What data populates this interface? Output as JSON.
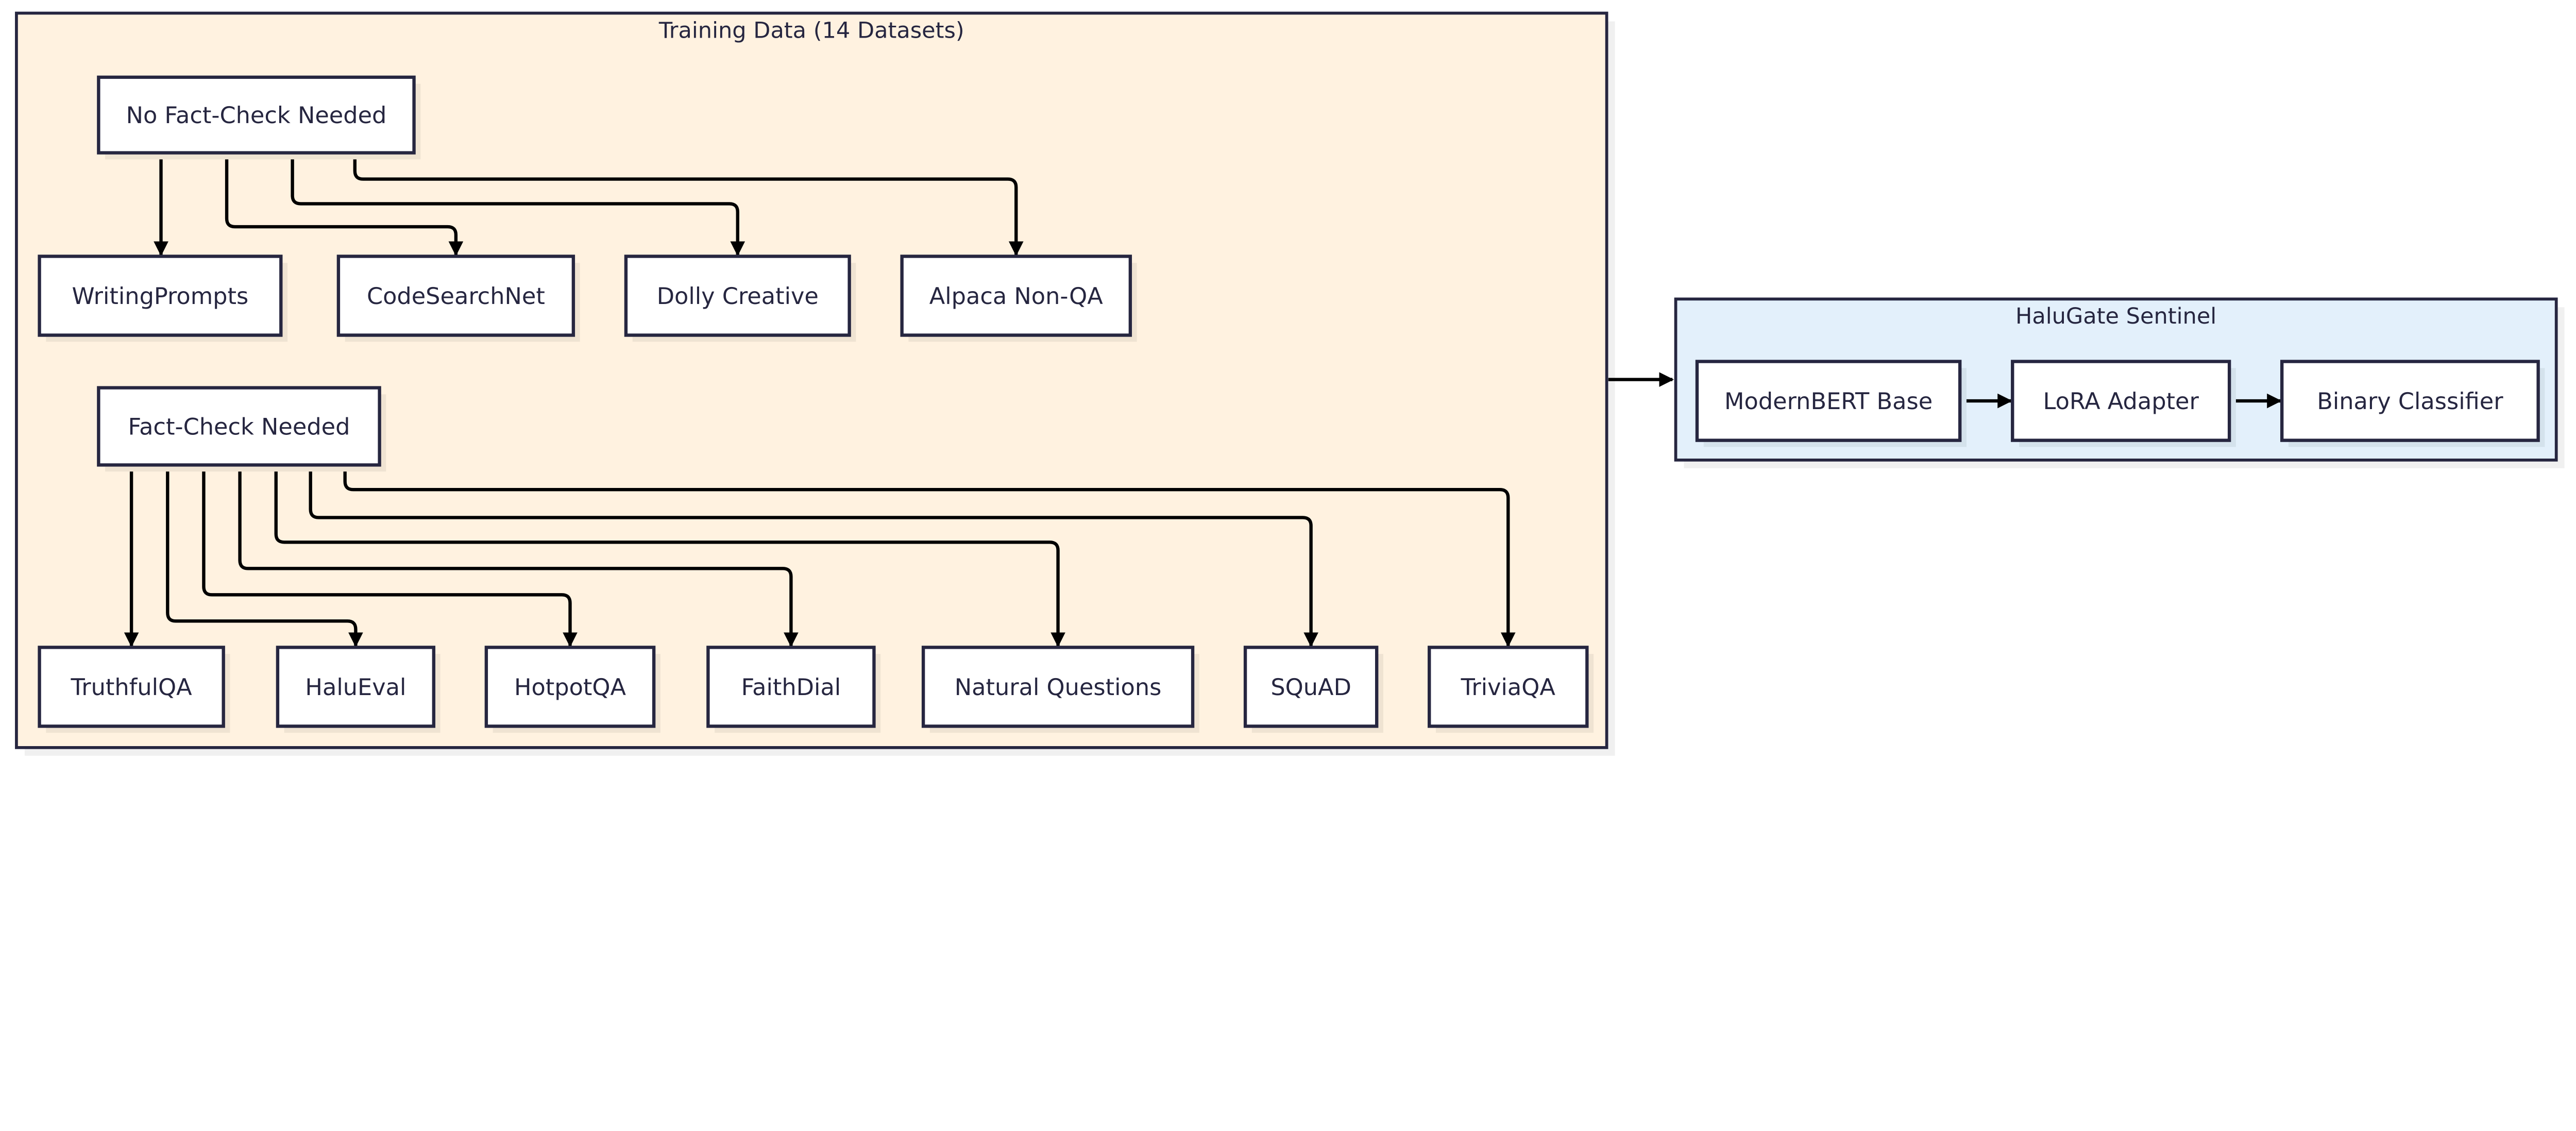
{
  "colors": {
    "stroke": "#262640",
    "training_fill": "#FFF2E0",
    "sentinel_fill": "#E3F0FB",
    "node_fill": "#FFFFFF",
    "edge": "#000000"
  },
  "training_group": {
    "title": "Training Data (14 Datasets)",
    "no_fact_check": {
      "label": "No Fact-Check Needed",
      "datasets": [
        "WritingPrompts",
        "CodeSearchNet",
        "Dolly Creative",
        "Alpaca Non-QA"
      ]
    },
    "fact_check": {
      "label": "Fact-Check Needed",
      "datasets": [
        "TruthfulQA",
        "HaluEval",
        "HotpotQA",
        "FaithDial",
        "Natural Questions",
        "SQuAD",
        "TriviaQA"
      ]
    }
  },
  "sentinel_group": {
    "title": "HaluGate Sentinel",
    "pipeline": [
      "ModernBERT Base",
      "LoRA Adapter",
      "Binary Classifier"
    ]
  }
}
